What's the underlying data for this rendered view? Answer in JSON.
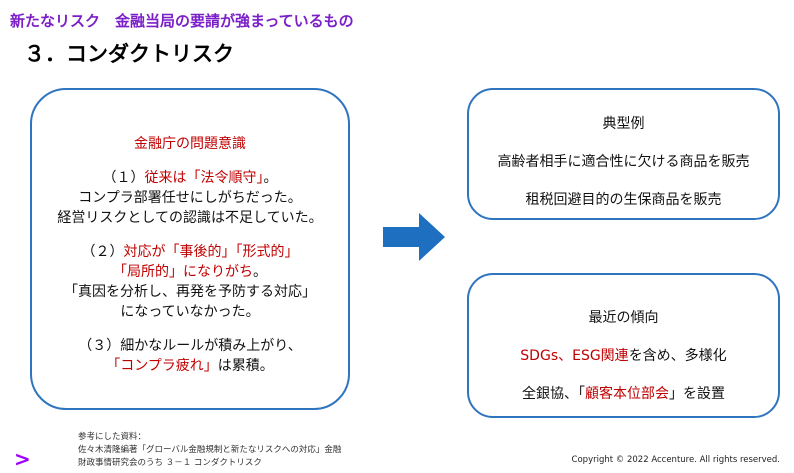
{
  "header": {
    "subtitle": "新たなリスク　金融当局の要請が強まっているもの",
    "title": "３．コンダクトリスク"
  },
  "left_box": {
    "heading": "金融庁の問題意識",
    "p1": {
      "num": "（１）",
      "red": "従来は「法令順守」",
      "end": "。",
      "l2": "コンプラ部署任せにしがちだった。",
      "l3": "経営リスクとしての認識は不足していた。"
    },
    "p2": {
      "num": "（２）",
      "red1": "対応が「事後的」「形式的」",
      "red2": "「局所的」になりがち",
      "end": "。",
      "l3": "「真因を分析し、再発を予防する対応」",
      "l4": "になっていなかった。"
    },
    "p3": {
      "l1": "（３）細かなルールが積み上がり、",
      "red": "「コンプラ疲れ」",
      "end": "は累積。"
    }
  },
  "typical": {
    "heading": "典型例",
    "items": [
      "高齢者相手に適合性に欠ける商品を販売",
      "租税回避目的の生保商品を販売"
    ]
  },
  "recent": {
    "heading": "最近の傾向",
    "l1_red": "SDGs、ESG関連",
    "l1_end": "を含め、多様化",
    "l2_start": "全銀協、「",
    "l2_red": "顧客本位部会",
    "l2_end": "」を設置"
  },
  "footer": {
    "ref": [
      "参考にした資料：",
      "佐々木清隆編著「グローバル金融規制と新たなリスクへの対応」金融",
      "財政事情研究会のうち ３－１ コンダクトリスク"
    ],
    "logo": ">",
    "copyright": "Copyright © 2022 Accenture. All rights reserved."
  },
  "colors": {
    "accent": "#7b1fc8",
    "red": "#c00000",
    "border": "#2f74bf",
    "arrow": "#1f6fc0"
  }
}
